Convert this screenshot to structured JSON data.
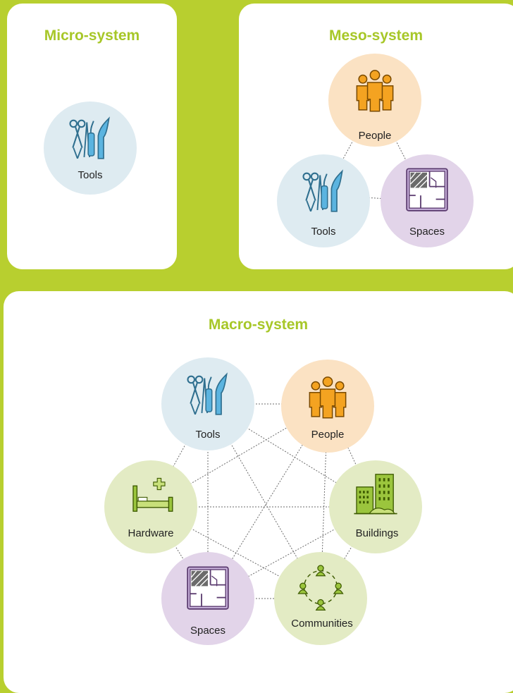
{
  "colors": {
    "background": "#b8cf2f",
    "panel": "#ffffff",
    "title": "#a7c728",
    "tools_circle": "#deebf1",
    "people_circle": "#fbe2c3",
    "spaces_circle": "#e2d4e9",
    "green_circle": "#e3ebc4",
    "connector": "#6b6b6b"
  },
  "micro": {
    "title": "Micro-system",
    "nodes": [
      {
        "label": "Tools",
        "icon": "surgical-tools-icon"
      }
    ]
  },
  "meso": {
    "title": "Meso-system",
    "nodes": [
      {
        "label": "People",
        "icon": "people-icon"
      },
      {
        "label": "Tools",
        "icon": "surgical-tools-icon"
      },
      {
        "label": "Spaces",
        "icon": "floor-plan-icon"
      }
    ]
  },
  "macro": {
    "title": "Macro-system",
    "nodes": [
      {
        "label": "Tools",
        "icon": "surgical-tools-icon"
      },
      {
        "label": "People",
        "icon": "people-icon"
      },
      {
        "label": "Hardware",
        "icon": "hospital-bed-icon"
      },
      {
        "label": "Buildings",
        "icon": "buildings-icon"
      },
      {
        "label": "Spaces",
        "icon": "floor-plan-icon"
      },
      {
        "label": "Communities",
        "icon": "community-icon"
      }
    ]
  }
}
